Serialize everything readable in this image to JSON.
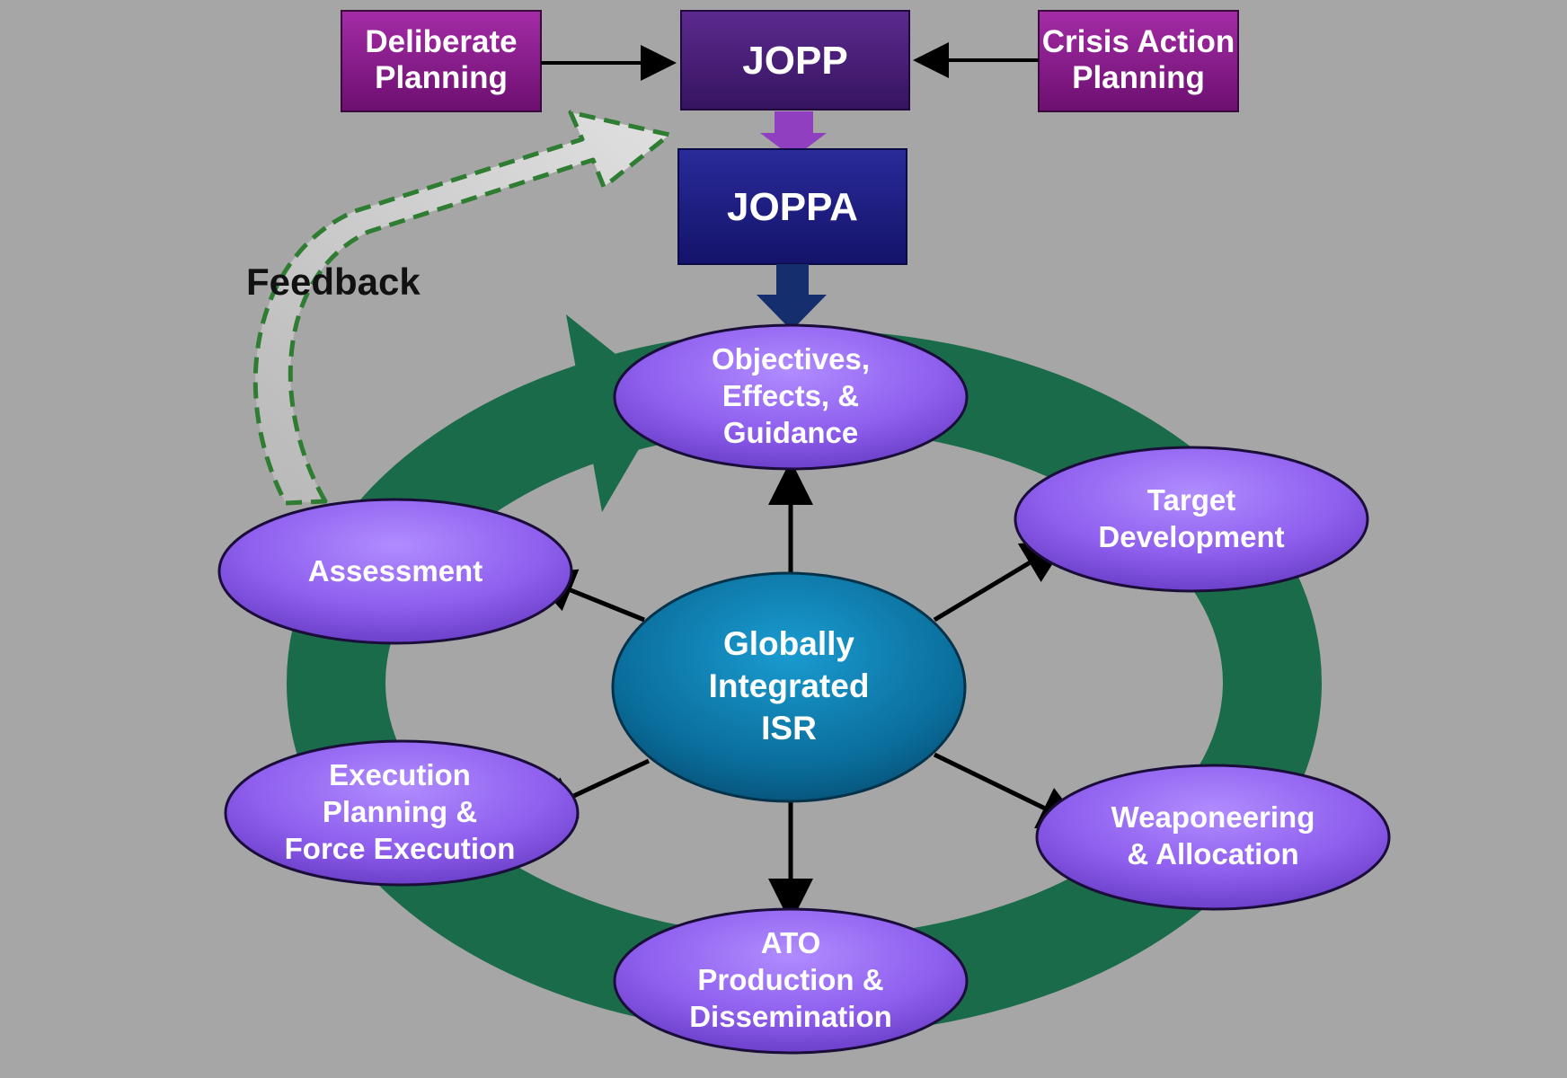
{
  "boxes": {
    "deliberate": [
      "Deliberate",
      "Planning"
    ],
    "jopp": [
      "JOPP"
    ],
    "crisis": [
      "Crisis Action",
      "Planning"
    ],
    "joppa": [
      "JOPPA"
    ]
  },
  "feedback_label": "Feedback",
  "nodes": {
    "objectives": [
      "Objectives,",
      "Effects, &",
      "Guidance"
    ],
    "target": [
      "Target",
      "Development"
    ],
    "weaponeering": [
      "Weaponeering",
      "& Allocation"
    ],
    "ato": [
      "ATO",
      "Production &",
      "Dissemination"
    ],
    "execution": [
      "Execution",
      "Planning &",
      "Force Execution"
    ],
    "assessment": [
      "Assessment"
    ],
    "center": [
      "Globally",
      "Integrated",
      "ISR"
    ]
  },
  "colors": {
    "background": "#a6a6a6",
    "planning_box": "#8a1a8c",
    "jopp_box": "#4a1f7a",
    "joppa_box": "#1c1c80",
    "node_purple": "#9366f0",
    "center_teal": "#0d76a8",
    "cycle_green": "#1a6b4a",
    "feedback_dash": "#2f7d32"
  }
}
